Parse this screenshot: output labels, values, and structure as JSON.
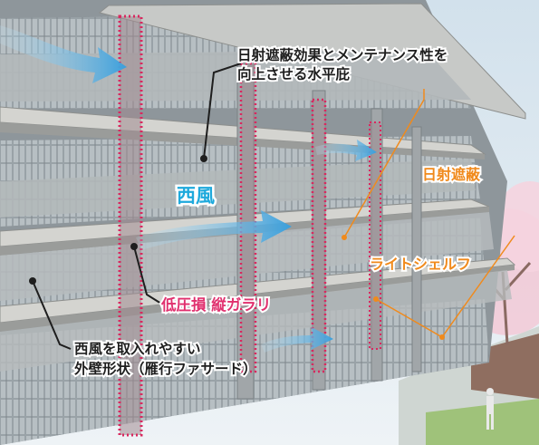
{
  "annotations": {
    "shelf_title_line1": "日射遮蔽効果とメンテナンス性を",
    "shelf_title_line2": "向上させる水平庇",
    "west_wind": "西風",
    "sun_shading": "日射遮蔽",
    "light_shelf": "ライトシェルフ",
    "low_pressure_loss": "低圧損 縦ガラリ",
    "facade_line1": "西風を取入れやすい",
    "facade_line2": "外壁形状（雁行ファサード）"
  },
  "colors": {
    "wind_arrow": "#4aa6de",
    "vent_outline": "#d9285f",
    "leader_orange": "#f08a1c",
    "leader_black": "#1e1e1e",
    "sky": "#dfe9f1",
    "tree_blossom": "#f2c9d6"
  }
}
